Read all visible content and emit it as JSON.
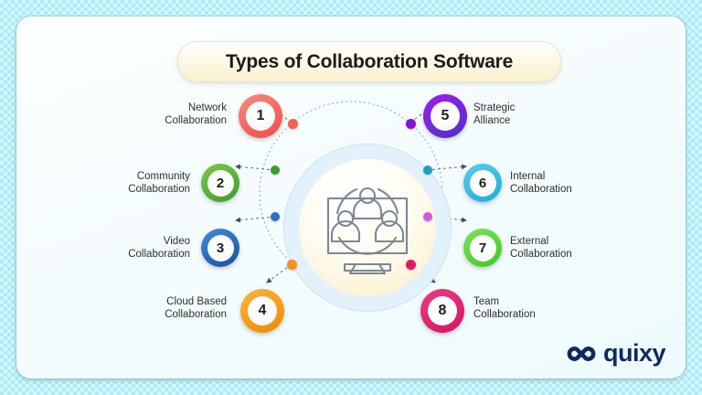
{
  "title": "Types of Collaboration Software",
  "center_icon": {
    "name": "video-conference-collaboration-icon",
    "description": "Monitor screen with three people arranged in a circle"
  },
  "colors": {
    "background": "#d7f6fb",
    "panel": "#f4fcfd",
    "title_pill": "#fbf0cf",
    "hub_ring": "#e3f1fb",
    "hub_fill": "#fcf4d8",
    "logo": "#102a5c"
  },
  "items": [
    {
      "number": "1",
      "label": "Network\nCollaboration",
      "color": "#f04a4a",
      "color2": "#fb8a7e",
      "side": "left"
    },
    {
      "number": "2",
      "label": "Community\nCollaboration",
      "color": "#3d9c2e",
      "color2": "#7ec84a",
      "side": "left"
    },
    {
      "number": "3",
      "label": "Video\nCollaboration",
      "color": "#1b4f9c",
      "color2": "#3f8ed6",
      "side": "left"
    },
    {
      "number": "4",
      "label": "Cloud Based\nCollaboration",
      "color": "#ef8a00",
      "color2": "#fcb33e",
      "side": "left"
    },
    {
      "number": "5",
      "label": "Strategic\nAlliance",
      "color": "#8a10d8",
      "color2": "#4b2fd0",
      "side": "right"
    },
    {
      "number": "6",
      "label": "Internal\nCollaboration",
      "color": "#1aaed6",
      "color2": "#5ccdea",
      "side": "right"
    },
    {
      "number": "7",
      "label": "External\nCollaboration",
      "color": "#3ec91e",
      "color2": "#7ee25c",
      "side": "right"
    },
    {
      "number": "8",
      "label": "Team\nCollaboration",
      "color": "#d6145f",
      "color2": "#ee3a86",
      "side": "right"
    }
  ],
  "orbit_dots": [
    {
      "for": "1",
      "color": "#f4604f"
    },
    {
      "for": "2",
      "color": "#3d9c2e"
    },
    {
      "for": "3",
      "color": "#2f72c4"
    },
    {
      "for": "4",
      "color": "#f79117"
    },
    {
      "for": "5",
      "color": "#8a10d8"
    },
    {
      "for": "6",
      "color": "#1a9fc4"
    },
    {
      "for": "7",
      "color": "#cf5bd6"
    },
    {
      "for": "8",
      "color": "#e01a62"
    }
  ],
  "brand": {
    "name": "quixy",
    "mark": "infinity-loops-logo-icon"
  }
}
